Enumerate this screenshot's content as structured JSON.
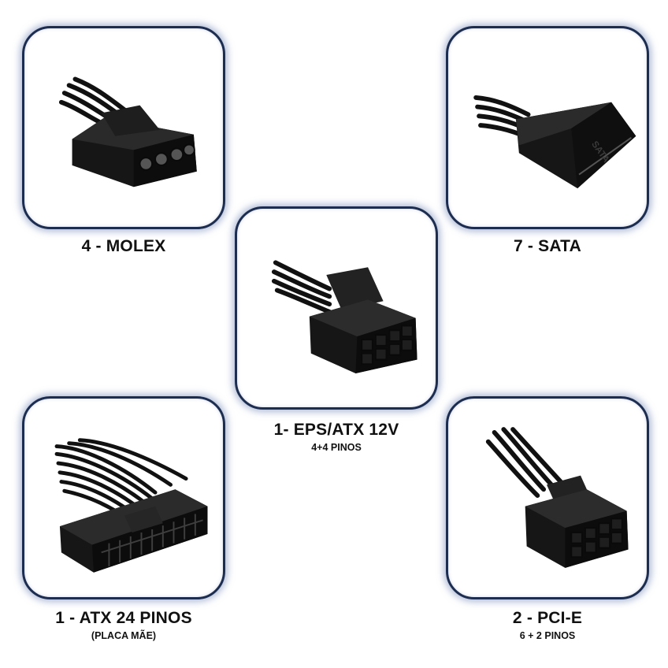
{
  "connectors": {
    "molex": {
      "title": "4 - MOLEX",
      "icon": "molex-connector-icon"
    },
    "sata": {
      "title": "7 - SATA",
      "icon": "sata-connector-icon",
      "imprint": "SATA"
    },
    "eps": {
      "title": "1- EPS/ATX 12V",
      "subtitle": "4+4 PINOS",
      "icon": "eps-connector-icon"
    },
    "atx": {
      "title": "1 - ATX 24 PINOS",
      "subtitle": "(PLACA MÃE)",
      "icon": "atx-24pin-connector-icon"
    },
    "pcie": {
      "title": "2 - PCI-E",
      "subtitle": "6 + 2 PINOS",
      "icon": "pcie-connector-icon"
    }
  },
  "colors": {
    "frame": "#1d2d4f",
    "glow": "#96a5c8",
    "connector": "#141414",
    "text": "#111111"
  }
}
